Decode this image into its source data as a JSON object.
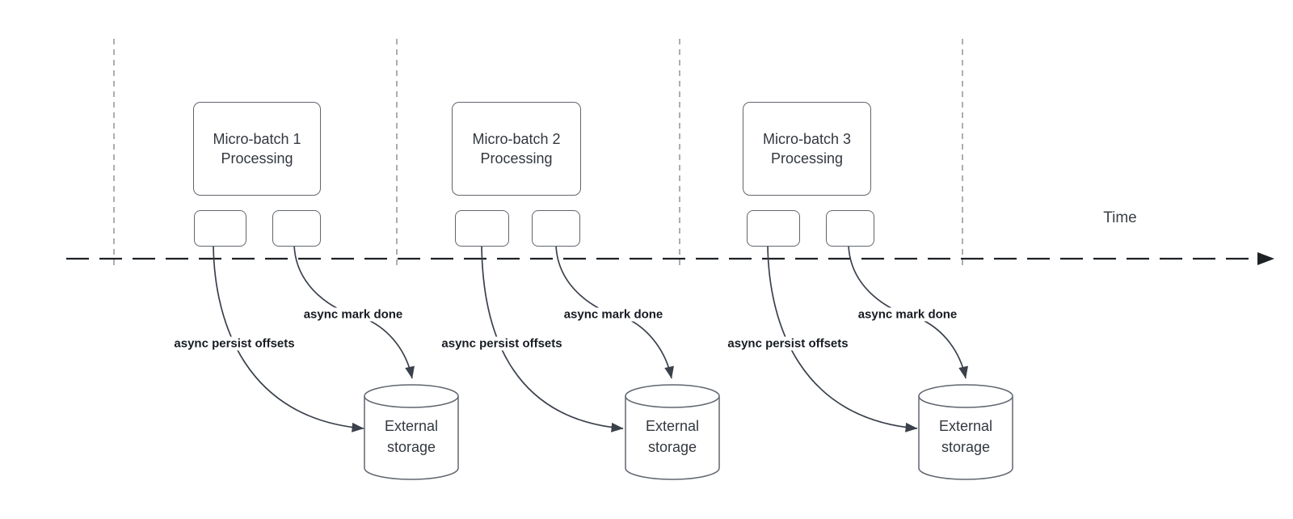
{
  "colors": {
    "background": "#ffffff",
    "box_border": "#60666e",
    "box_text": "#33383f",
    "arrow_line": "#3a414b",
    "bold_label": "#171b21",
    "timeline_line": "#1e2126",
    "guide_line": "#aeaeae"
  },
  "timeline": {
    "label": "Time"
  },
  "sections": [
    {
      "box_line1": "Micro-batch 1",
      "box_line2": "Processing",
      "persist_label": "async persist offsets",
      "done_label": "async mark done",
      "storage_line1": "External",
      "storage_line2": "storage"
    },
    {
      "box_line1": "Micro-batch 2",
      "box_line2": "Processing",
      "persist_label": "async persist offsets",
      "done_label": "async mark done",
      "storage_line1": "External",
      "storage_line2": "storage"
    },
    {
      "box_line1": "Micro-batch 3",
      "box_line2": "Processing",
      "persist_label": "async persist offsets",
      "done_label": "async mark done",
      "storage_line1": "External",
      "storage_line2": "storage"
    }
  ]
}
